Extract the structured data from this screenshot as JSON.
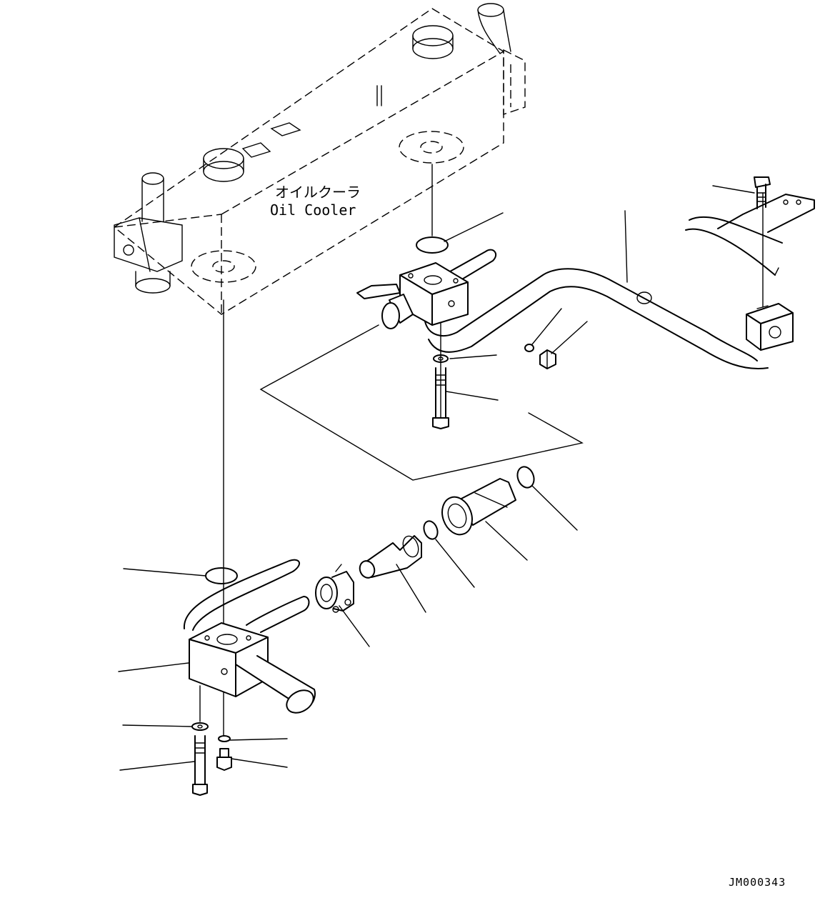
{
  "labels": {
    "component_jp": "オイルクーラ",
    "component_en": "Oil Cooler",
    "drawing_code": "JM000343"
  }
}
